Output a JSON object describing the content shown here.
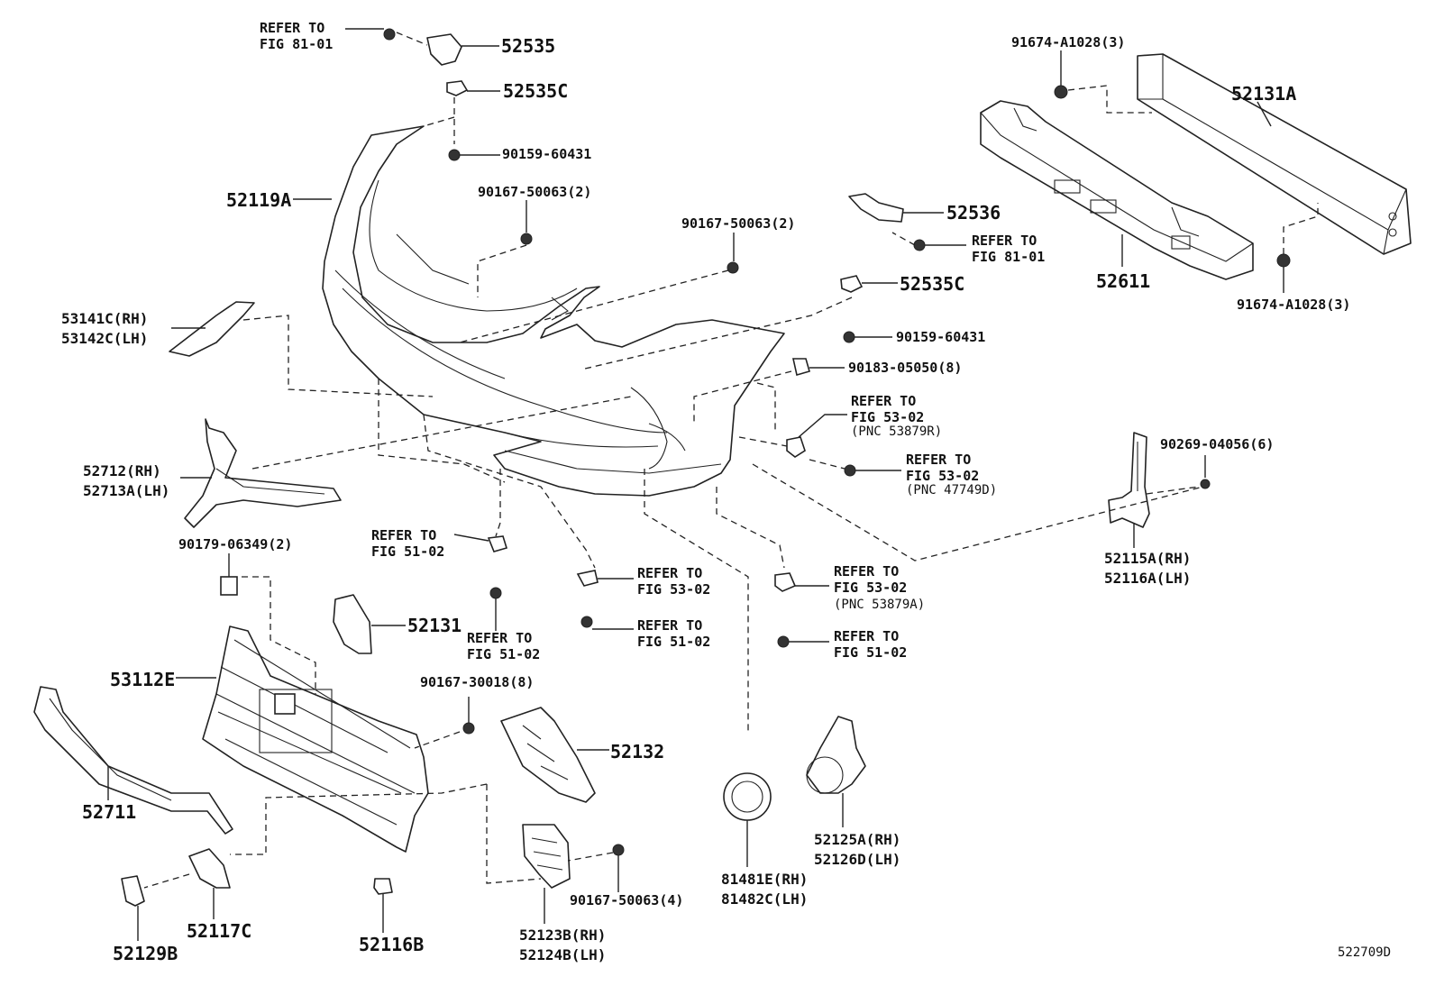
{
  "diagram_id": "522709D",
  "labels": {
    "p52535": "52535",
    "ref_52535": "REFER TO\nFIG 81-01",
    "p52535C_top": "52535C",
    "p90159_top": "90159-60431",
    "p52119A": "52119A",
    "p90167_a": "90167-50063(2)",
    "p90167_b": "90167-50063(2)",
    "p53141C": "53141C(RH)\n53142C(LH)",
    "p52712": "52712(RH)\n52713A(LH)",
    "p90179": "90179-06349(2)",
    "ref_51_left": "REFER TO\nFIG 51-02",
    "ref_51_mid": "REFER TO\nFIG 51-02",
    "ref_53_mid": "REFER TO\nFIG 53-02",
    "ref_51_mid2": "REFER TO\nFIG 51-02",
    "p52131": "52131",
    "p53112E": "53112E",
    "p90167_30018": "90167-30018(8)",
    "p52132": "52132",
    "p52711": "52711",
    "p90167_50063_4": "90167-50063(4)",
    "p52129B": "52129B",
    "p52117C": "52117C",
    "p52116B": "52116B",
    "p52123B": "52123B(RH)\n52124B(LH)",
    "p81481E": "81481E(RH)\n81482C(LH)",
    "p52125A": "52125A(RH)\n52126D(LH)",
    "p52536": "52536",
    "ref_81_right": "REFER TO\nFIG 81-01",
    "p52535C_right": "52535C",
    "p90159_right": "90159-60431",
    "p90183": "90183-05050(8)",
    "ref_53879R": "REFER TO\nFIG 53-02",
    "pnc_53879R": "(PNC 53879R)",
    "ref_47749D": "REFER TO\nFIG 53-02",
    "pnc_47749D": "(PNC 47749D)",
    "p90269": "90269-04056(6)",
    "p52115A": "52115A(RH)\n52116A(LH)",
    "ref_53879A": "REFER TO\nFIG 53-02",
    "pnc_53879A": "(PNC 53879A)",
    "ref_51_right": "REFER TO\nFIG 51-02",
    "p91674_top": "91674-A1028(3)",
    "p52131A": "52131A",
    "p52611": "52611",
    "p91674_bottom": "91674-A1028(3)"
  }
}
